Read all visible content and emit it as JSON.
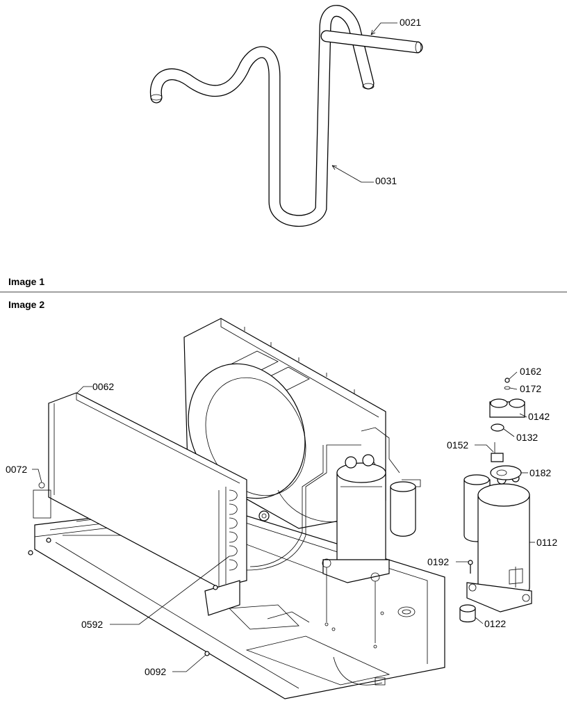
{
  "captions": {
    "image1": "Image 1",
    "image2": "Image 2"
  },
  "parts": {
    "p0021": "0021",
    "p0031": "0031",
    "p0062": "0062",
    "p0072": "0072",
    "p0592": "0592",
    "p0092": "0092",
    "p0162": "0162",
    "p0172": "0172",
    "p0142": "0142",
    "p0132": "0132",
    "p0152": "0152",
    "p0182": "0182",
    "p0112": "0112",
    "p0192": "0192",
    "p0122": "0122"
  }
}
